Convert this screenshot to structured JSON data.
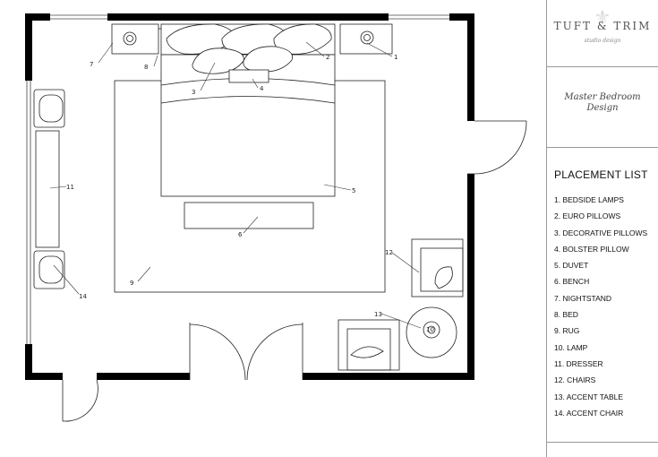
{
  "brand": {
    "name": "TUFT & TRIM",
    "tagline": "studio design"
  },
  "design_title": "Master Bedroom Design",
  "placement": {
    "heading": "PLACEMENT LIST",
    "items": [
      "1. BEDSIDE LAMPS",
      "2. EURO PILLOWS",
      "3. DECORATIVE PILLOWS",
      "4. BOLSTER PILLOW",
      "5. DUVET",
      "6. BENCH",
      "7. NIGHTSTAND",
      "8. BED",
      "9. RUG",
      "10. LAMP",
      "11. DRESSER",
      "12. CHAIRS",
      "13. ACCENT TABLE",
      "14. ACCENT CHAIR"
    ]
  },
  "plan_labels": {
    "l1": "1",
    "l2": "2",
    "l3": "3",
    "l4": "4",
    "l5": "5",
    "l6": "6",
    "l7": "7",
    "l8": "8",
    "l9": "9",
    "l10": "10",
    "l11": "11",
    "l12": "12",
    "l13": "13",
    "l14": "14"
  }
}
